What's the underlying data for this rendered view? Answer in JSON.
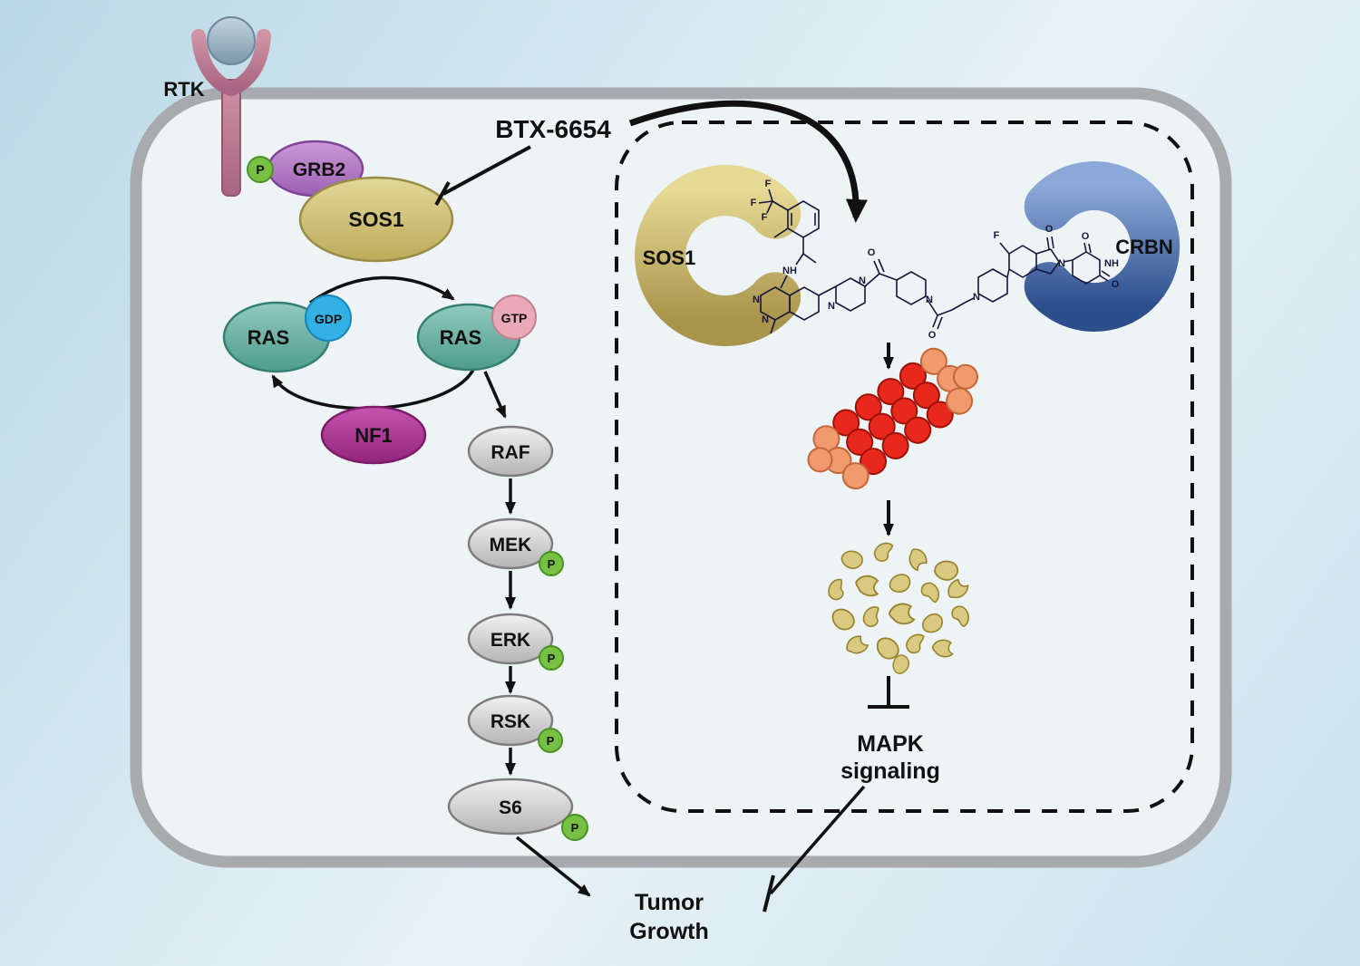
{
  "labels": {
    "rtk": "RTK",
    "phospho": "P",
    "grb2": "GRB2",
    "sos1": "SOS1",
    "ras": "RAS",
    "gdp": "GDP",
    "gtp": "GTP",
    "nf1": "NF1",
    "btx": "BTX-6654",
    "sos1_bound": "SOS1",
    "crbn": "CRBN",
    "mapk_line1": "MAPK",
    "mapk_line2": "signaling",
    "tumor_line1": "Tumor",
    "tumor_line2": "Growth"
  },
  "cascade": [
    {
      "label": "RAF",
      "phospho": ""
    },
    {
      "label": "MEK",
      "phospho": "P"
    },
    {
      "label": "ERK",
      "phospho": "P"
    },
    {
      "label": "RSK",
      "phospho": "P"
    },
    {
      "label": "S6",
      "phospho": "P"
    }
  ],
  "chem_atoms": [
    "F",
    "F",
    "F",
    "NH",
    "N",
    "N",
    "N",
    "N",
    "O",
    "N",
    "O",
    "N",
    "F",
    "O",
    "N",
    "O",
    "NH",
    "O"
  ],
  "colors": {
    "membrane": "#a7abae",
    "cell_fill": "#eef4f5",
    "receptor_pink": "#c4849b",
    "phospho_green": "#76c043",
    "grb2_purple": "#b07cc4",
    "sos1_olive": "#d6c87e",
    "ras_teal": "#6fb3a6",
    "gdp_blue": "#33b1e4",
    "gtp_pink": "#eaa9b6",
    "nf1_magenta": "#b13a9a",
    "cascade_gray": "#d2d2d2",
    "crbn_blue": "#41659f",
    "proteasome_red": "#e8281c",
    "proteasome_cap": "#f09a6e",
    "fragment_tan": "#d9c981",
    "arrow_black": "#111111"
  }
}
